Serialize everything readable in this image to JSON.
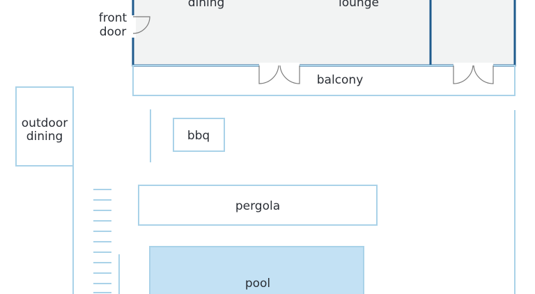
{
  "colors": {
    "house_wall": "#1e5a8c",
    "house_fill": "#f2f3f3",
    "outline": "#a9d2e8",
    "pool_fill": "#c3e1f4",
    "door": "#7b7b7b",
    "text": "#2a2e35"
  },
  "labels": {
    "dining": "dining",
    "lounge": "lounge",
    "front_door_line1": "front",
    "front_door_line2": "door",
    "balcony": "balcony",
    "outdoor_dining_line1": "outdoor",
    "outdoor_dining_line2": "dining",
    "bbq": "bbq",
    "pergola": "pergola",
    "pool": "pool"
  }
}
